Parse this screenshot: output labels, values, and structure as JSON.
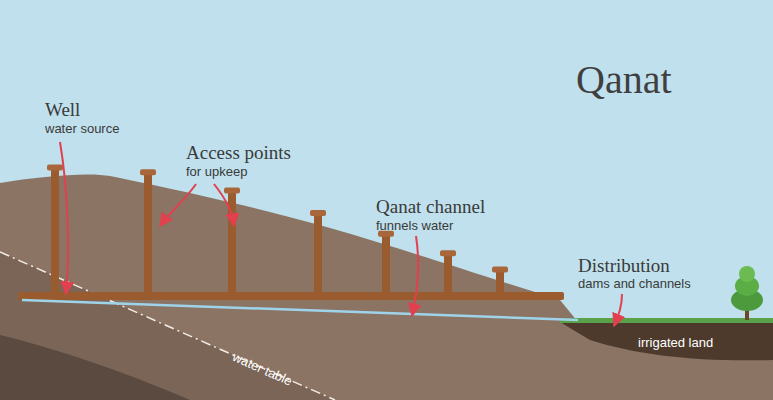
{
  "diagram": {
    "title": "Qanat",
    "labels": [
      "Well",
      "water source",
      "Access points",
      "for upkeep",
      "Qanat channel",
      "funnels water",
      "Distribution",
      "dams and channels",
      "irrigated land",
      "water table"
    ]
  }
}
